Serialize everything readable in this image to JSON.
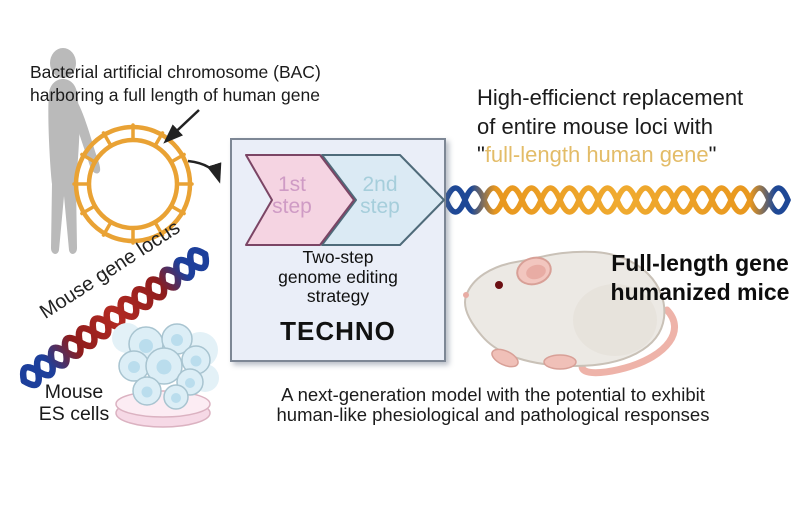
{
  "title": "Two-step genome editing strategy (TECHNO) diagram",
  "colors": {
    "dna_orange": "#eda228",
    "dna_blue": "#1e4896",
    "dna_red": "#a32421",
    "gold_text": "#e3bc68",
    "step1_pink_fill": "#f5d4e2",
    "step1_text": "#cf9bc5",
    "step2_blue_fill": "#dbeaf4",
    "step2_text": "#a6cedb",
    "box_fill": "#eaeef8",
    "silhouette_gray": "#bababa"
  },
  "labels": {
    "bac_caption": {
      "line1": "Bacterial artificial chromosome (BAC)",
      "line2": "harboring a full length of human gene"
    },
    "mouse_gene_locus": "Mouse gene locus",
    "mouse_es_cells": {
      "line1": "Mouse",
      "line2": "ES cells"
    },
    "box": {
      "step1": {
        "line1": "1st",
        "line2": "step"
      },
      "step2": {
        "line1": "2nd",
        "line2": "step"
      },
      "strategy": "Two-step\ngenome editing\nstrategy",
      "techno": "TECHNO"
    },
    "right_title": {
      "line1": "High-efficienct replacement",
      "line2": "of entire mouse loci with",
      "quote_open": "\"",
      "highlight": "full-length human gene",
      "quote_close": "\""
    },
    "mice_label": {
      "line1": "Full-length gene",
      "line2": "humanized mice"
    },
    "bottom_note": {
      "line1": "A next-generation model with the potential to exhibit",
      "line2": "human-like phesiological and pathological responses"
    }
  },
  "icons": [
    {
      "name": "human-silhouette-icon",
      "meaning": "gray standing human figure"
    },
    {
      "name": "bac-plasmid-icon",
      "meaning": "circular BAC DNA ring (orange)"
    },
    {
      "name": "pointer-arrow-icon",
      "meaning": "straight arrow from caption to plasmid"
    },
    {
      "name": "curved-arrow-icon",
      "meaning": "curved arrow from plasmid to strategy box"
    },
    {
      "name": "mouse-gene-dna-helix-icon",
      "meaning": "diagonal blue/red DNA helix (mouse locus)"
    },
    {
      "name": "human-gene-dna-helix-icon",
      "meaning": "horizontal blue/orange DNA helix (humanized locus)"
    },
    {
      "name": "es-cells-icon",
      "meaning": "cluster of mouse ES cells"
    },
    {
      "name": "petri-dish-icon",
      "meaning": "pink culture dish"
    },
    {
      "name": "mouse-icon",
      "meaning": "white laboratory mouse"
    },
    {
      "name": "step1-chevron-icon",
      "meaning": "pink 1st step arrow"
    },
    {
      "name": "step2-chevron-icon",
      "meaning": "blue 2nd step arrow"
    }
  ]
}
